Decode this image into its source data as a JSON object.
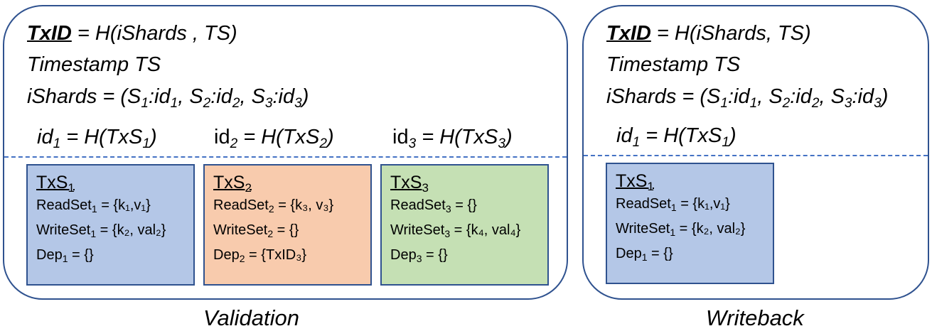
{
  "validation": {
    "caption": "Validation",
    "header": {
      "txid_label": "TxID",
      "txid_rest": " = H(iShards , TS)",
      "timestamp": "Timestamp TS",
      "ishards": {
        "prefix": "iShards = (",
        "parts": [
          [
            "S",
            "1",
            ":id",
            "1",
            ", "
          ],
          [
            "S",
            "2",
            ":id",
            "2",
            ", "
          ],
          [
            "S",
            "3",
            ":id",
            "3",
            ")"
          ]
        ]
      }
    },
    "ids": [
      {
        "pre": "id",
        "sub": "1",
        "mid": " = H(TxS",
        "sub2": "1",
        "post": ")"
      },
      {
        "pre": "id",
        "sub": "2",
        "mid": " = H(TxS",
        "sub2": "2",
        "post": ")"
      },
      {
        "pre": "id",
        "sub": "3",
        "mid": " = H(TxS",
        "sub2": "3",
        "post": ")"
      }
    ],
    "boxes": [
      {
        "title": "TxS",
        "title_sub": "1",
        "read": {
          "label": "ReadSet",
          "sub": "1",
          "value": " = {k₁,v₁}"
        },
        "write": {
          "label": "WriteSet",
          "sub": "1",
          "value": " = {k₂, val₂}"
        },
        "dep": {
          "label": "Dep",
          "sub": "1",
          "value": " = {}"
        }
      },
      {
        "title": "TxS",
        "title_sub": "2",
        "read": {
          "label": "ReadSet",
          "sub": "2",
          "value": " = {k₃, v₃}"
        },
        "write": {
          "label": "WriteSet",
          "sub": "2",
          "value": " = {}"
        },
        "dep": {
          "label": "Dep",
          "sub": "2",
          "value": " = {TxID₃}"
        }
      },
      {
        "title": "TxS",
        "title_sub": "3",
        "read": {
          "label": "ReadSet",
          "sub": "3",
          "value": " = {}"
        },
        "write": {
          "label": "WriteSet",
          "sub": "3",
          "value": " = {k₄, val₄}"
        },
        "dep": {
          "label": "Dep",
          "sub": "3",
          "value": " = {}"
        }
      }
    ]
  },
  "writeback": {
    "caption": "Writeback",
    "header": {
      "txid_label": "TxID",
      "txid_rest": " = H(iShards, TS)",
      "timestamp": "Timestamp TS"
    },
    "id": {
      "pre": "id",
      "sub": "1",
      "mid": " = H(TxS",
      "sub2": "1",
      "post": ")"
    },
    "box": {
      "title": "TxS",
      "title_sub": "1",
      "read": {
        "label": "ReadSet",
        "sub": "1",
        "value": " = {k₁,v₁}"
      },
      "write": {
        "label": "WriteSet",
        "sub": "1",
        "value": " = {k₂, val₂}"
      },
      "dep": {
        "label": "Dep",
        "sub": "1",
        "value": " = {}"
      }
    }
  },
  "colors": {
    "border": "#2f528f",
    "dash": "#4472c4",
    "box_blue": "#b4c7e7",
    "box_orange": "#f8cbad",
    "box_green": "#c5e0b4"
  }
}
